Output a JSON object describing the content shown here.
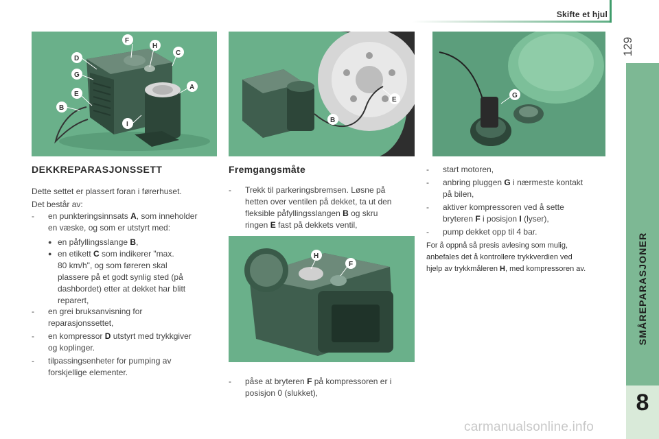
{
  "header": {
    "title": "Skifte et hjul",
    "page_number": "129"
  },
  "side_tab": {
    "label": "SMÅREPARASJONER",
    "chapter_number": "8"
  },
  "figures": {
    "fig1_labels": [
      "F",
      "H",
      "D",
      "C",
      "G",
      "A",
      "E",
      "B",
      "I"
    ],
    "fig2_labels": [
      "E",
      "B"
    ],
    "fig3_labels": [
      "G"
    ],
    "fig4_labels": [
      "H",
      "F"
    ]
  },
  "left_column": {
    "heading": "DEKKREPARASJONSSETT",
    "intro_1": "Dette settet er plassert foran i førerhuset.",
    "intro_2": "Det består av:",
    "item1_text_a": "en punkteringsinnsats ",
    "item1_ref": "A",
    "item1_text_b": ", som inneholder",
    "item1_line2": "en væske, og som er utstyrt med:",
    "bullet1_text": "en påfyllingsslange ",
    "bullet1_ref": "B",
    "bullet1_suffix": ",",
    "bullet2_text_a": "en etikett ",
    "bullet2_ref": "C",
    "bullet2_text_b": " som indikerer \"max.",
    "bullet2_line2": "80 km/h\", og som føreren skal",
    "bullet2_line3": "plassere på et godt synlig sted (på",
    "bullet2_line4": "dashbordet) etter at dekket har blitt",
    "bullet2_line5": "reparert,",
    "item2_line1": "en grei bruksanvisning for",
    "item2_line2": "reparasjonssettet,",
    "item3_text_a": "en kompressor ",
    "item3_ref": "D",
    "item3_text_b": " utstyrt med trykkgiver",
    "item3_line2": "og koplinger.",
    "item4_line1": "tilpassingsenheter for pumping av",
    "item4_line2": "forskjellige elementer.",
    "dash": "-",
    "bullet": "●"
  },
  "middle_column": {
    "heading": "Fremgangsmåte",
    "step1_line1": "Trekk til parkeringsbremsen. Løsne på",
    "step1_line2": "hetten over ventilen på dekket, ta ut den",
    "step1_line3a": "fleksible påfyllingsslangen ",
    "step1_ref_b": "B",
    "step1_line3b": " og skru",
    "step1_line4a": "ringen ",
    "step1_ref_e": "E",
    "step1_line4b": " fast på dekkets ventil,",
    "step2_line1a": "påse at bryteren ",
    "step2_ref_f": "F",
    "step2_line1b": " på kompressoren er i",
    "step2_line2": "posisjon 0 (slukket),"
  },
  "right_column": {
    "step3": "start motoren,",
    "step4_a": "anbring pluggen ",
    "step4_ref": "G",
    "step4_b": " i nærmeste kontakt",
    "step4_line2": "på bilen,",
    "step5_line1": "aktiver kompressoren ved å sette",
    "step5_a": "bryteren ",
    "step5_ref_f": "F",
    "step5_b": " i posisjon ",
    "step5_ref_i": "I",
    "step5_c": " (lyser),",
    "step6": "pump dekket opp til 4 bar.",
    "note_line1": "For å oppnå så presis avlesing som mulig,",
    "note_line2": "anbefales det å kontrollere trykkverdien ved",
    "note_line3a": "hjelp av trykkmåleren ",
    "note_ref": "H",
    "note_line3b": ", med kompressoren av."
  },
  "watermark": "carmanualsonline.info",
  "colors": {
    "accent_green": "#3f9c6b",
    "figure_green": "#6ab08a",
    "tab_green": "#7db894"
  }
}
